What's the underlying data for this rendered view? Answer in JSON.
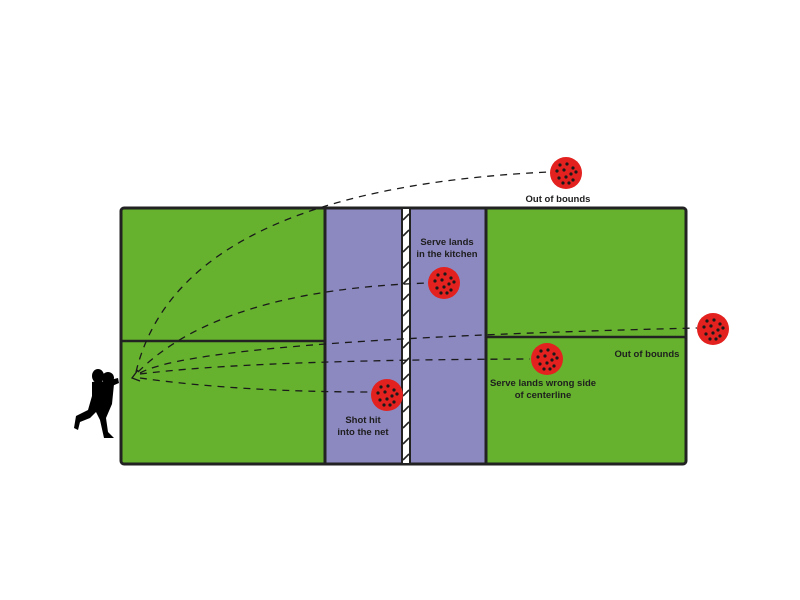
{
  "diagram": {
    "title": "Pickleball serve faults",
    "colors": {
      "court_green": "#66b22e",
      "kitchen_purple": "#8c88c0",
      "line": "#222222",
      "ball_red": "#e3211f",
      "ball_hole": "#1a1a1a",
      "trajectory": "#1a1a1a",
      "label_text": "#1e1e1e",
      "net_stripe": "#ffffff"
    },
    "labels": {
      "out_top": "Out of bounds",
      "kitchen_line1": "Serve lands",
      "kitchen_line2": "in the kitchen",
      "net_line1": "Shot hit",
      "net_line2": "into the net",
      "right_out": "Out of bounds",
      "wrong_side_line1": "Serve lands wrong side",
      "wrong_side_line2": "of centerline"
    },
    "faults": [
      {
        "id": "out-top",
        "label": "Out of bounds"
      },
      {
        "id": "kitchen",
        "label": "Serve lands in the kitchen"
      },
      {
        "id": "net",
        "label": "Shot hit into the net"
      },
      {
        "id": "wrong-side",
        "label": "Serve lands wrong side of centerline"
      },
      {
        "id": "out-right",
        "label": "Out of bounds"
      }
    ]
  }
}
